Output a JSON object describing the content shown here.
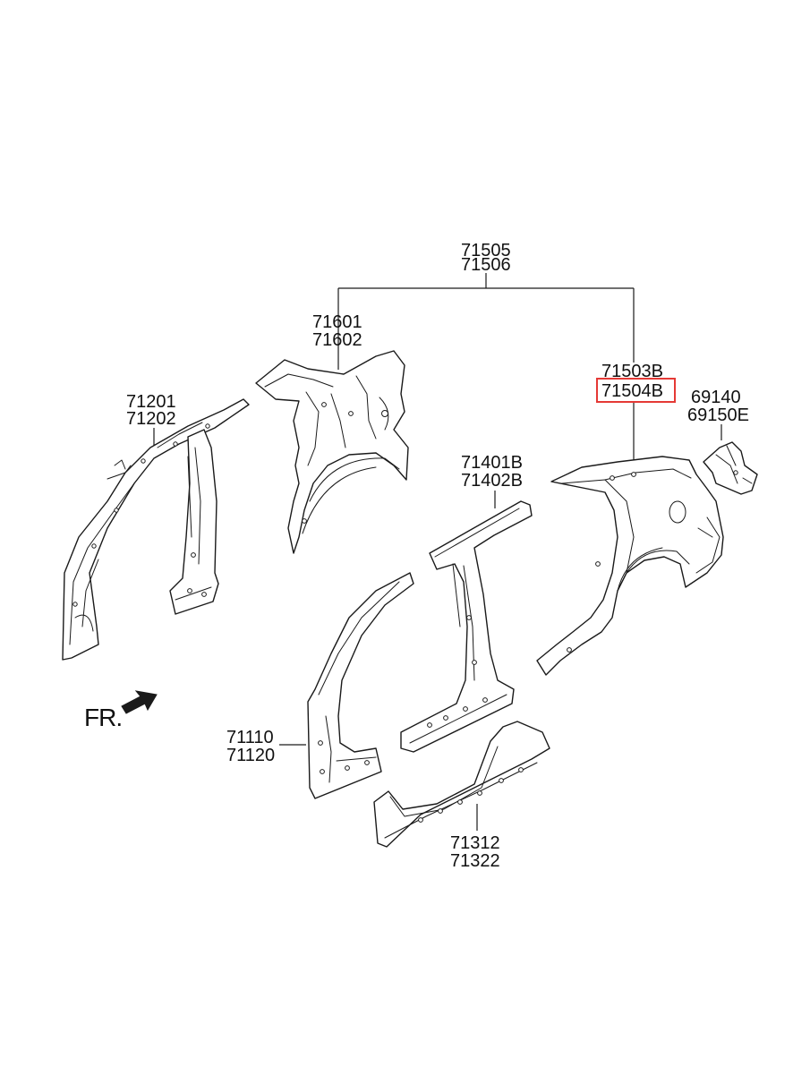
{
  "parts": [
    {
      "id": "a",
      "codes": [
        "71505",
        "71506"
      ]
    },
    {
      "id": "b",
      "codes": [
        "71601",
        "71602"
      ]
    },
    {
      "id": "c",
      "codes": [
        "71503B",
        "71504B"
      ],
      "highlighted": "71504B"
    },
    {
      "id": "d",
      "codes": [
        "69140",
        "69150E"
      ]
    },
    {
      "id": "e",
      "codes": [
        "71201",
        "71202"
      ]
    },
    {
      "id": "f",
      "codes": [
        "71401B",
        "71402B"
      ]
    },
    {
      "id": "g",
      "codes": [
        "71110",
        "71120"
      ]
    },
    {
      "id": "h",
      "codes": [
        "71312",
        "71322"
      ]
    }
  ],
  "orientation": {
    "label": "FR."
  },
  "colors": {
    "line": "#1a1a1a",
    "highlight": "#e53935",
    "background": "#ffffff"
  }
}
